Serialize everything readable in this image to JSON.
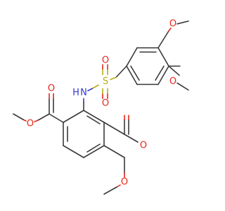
{
  "molecule": {
    "atoms": {
      "ether_O_top": "O",
      "ether_O_mid": "O",
      "sulfonyl_O_left": "O",
      "sulfonyl_O_right": "O",
      "sulfur": "S",
      "amine_N": "N",
      "amine_H": "H",
      "ester1_carbonyl_O": "O",
      "ester1_ether_O": "O",
      "ester2_carbonyl_O": "O",
      "ester2_ether_O": "O"
    },
    "colors": {
      "carbon_bond": "#3a3a3a",
      "oxygen": "#e8261a",
      "nitrogen": "#3336d8",
      "sulfur": "#b7ac14"
    }
  }
}
